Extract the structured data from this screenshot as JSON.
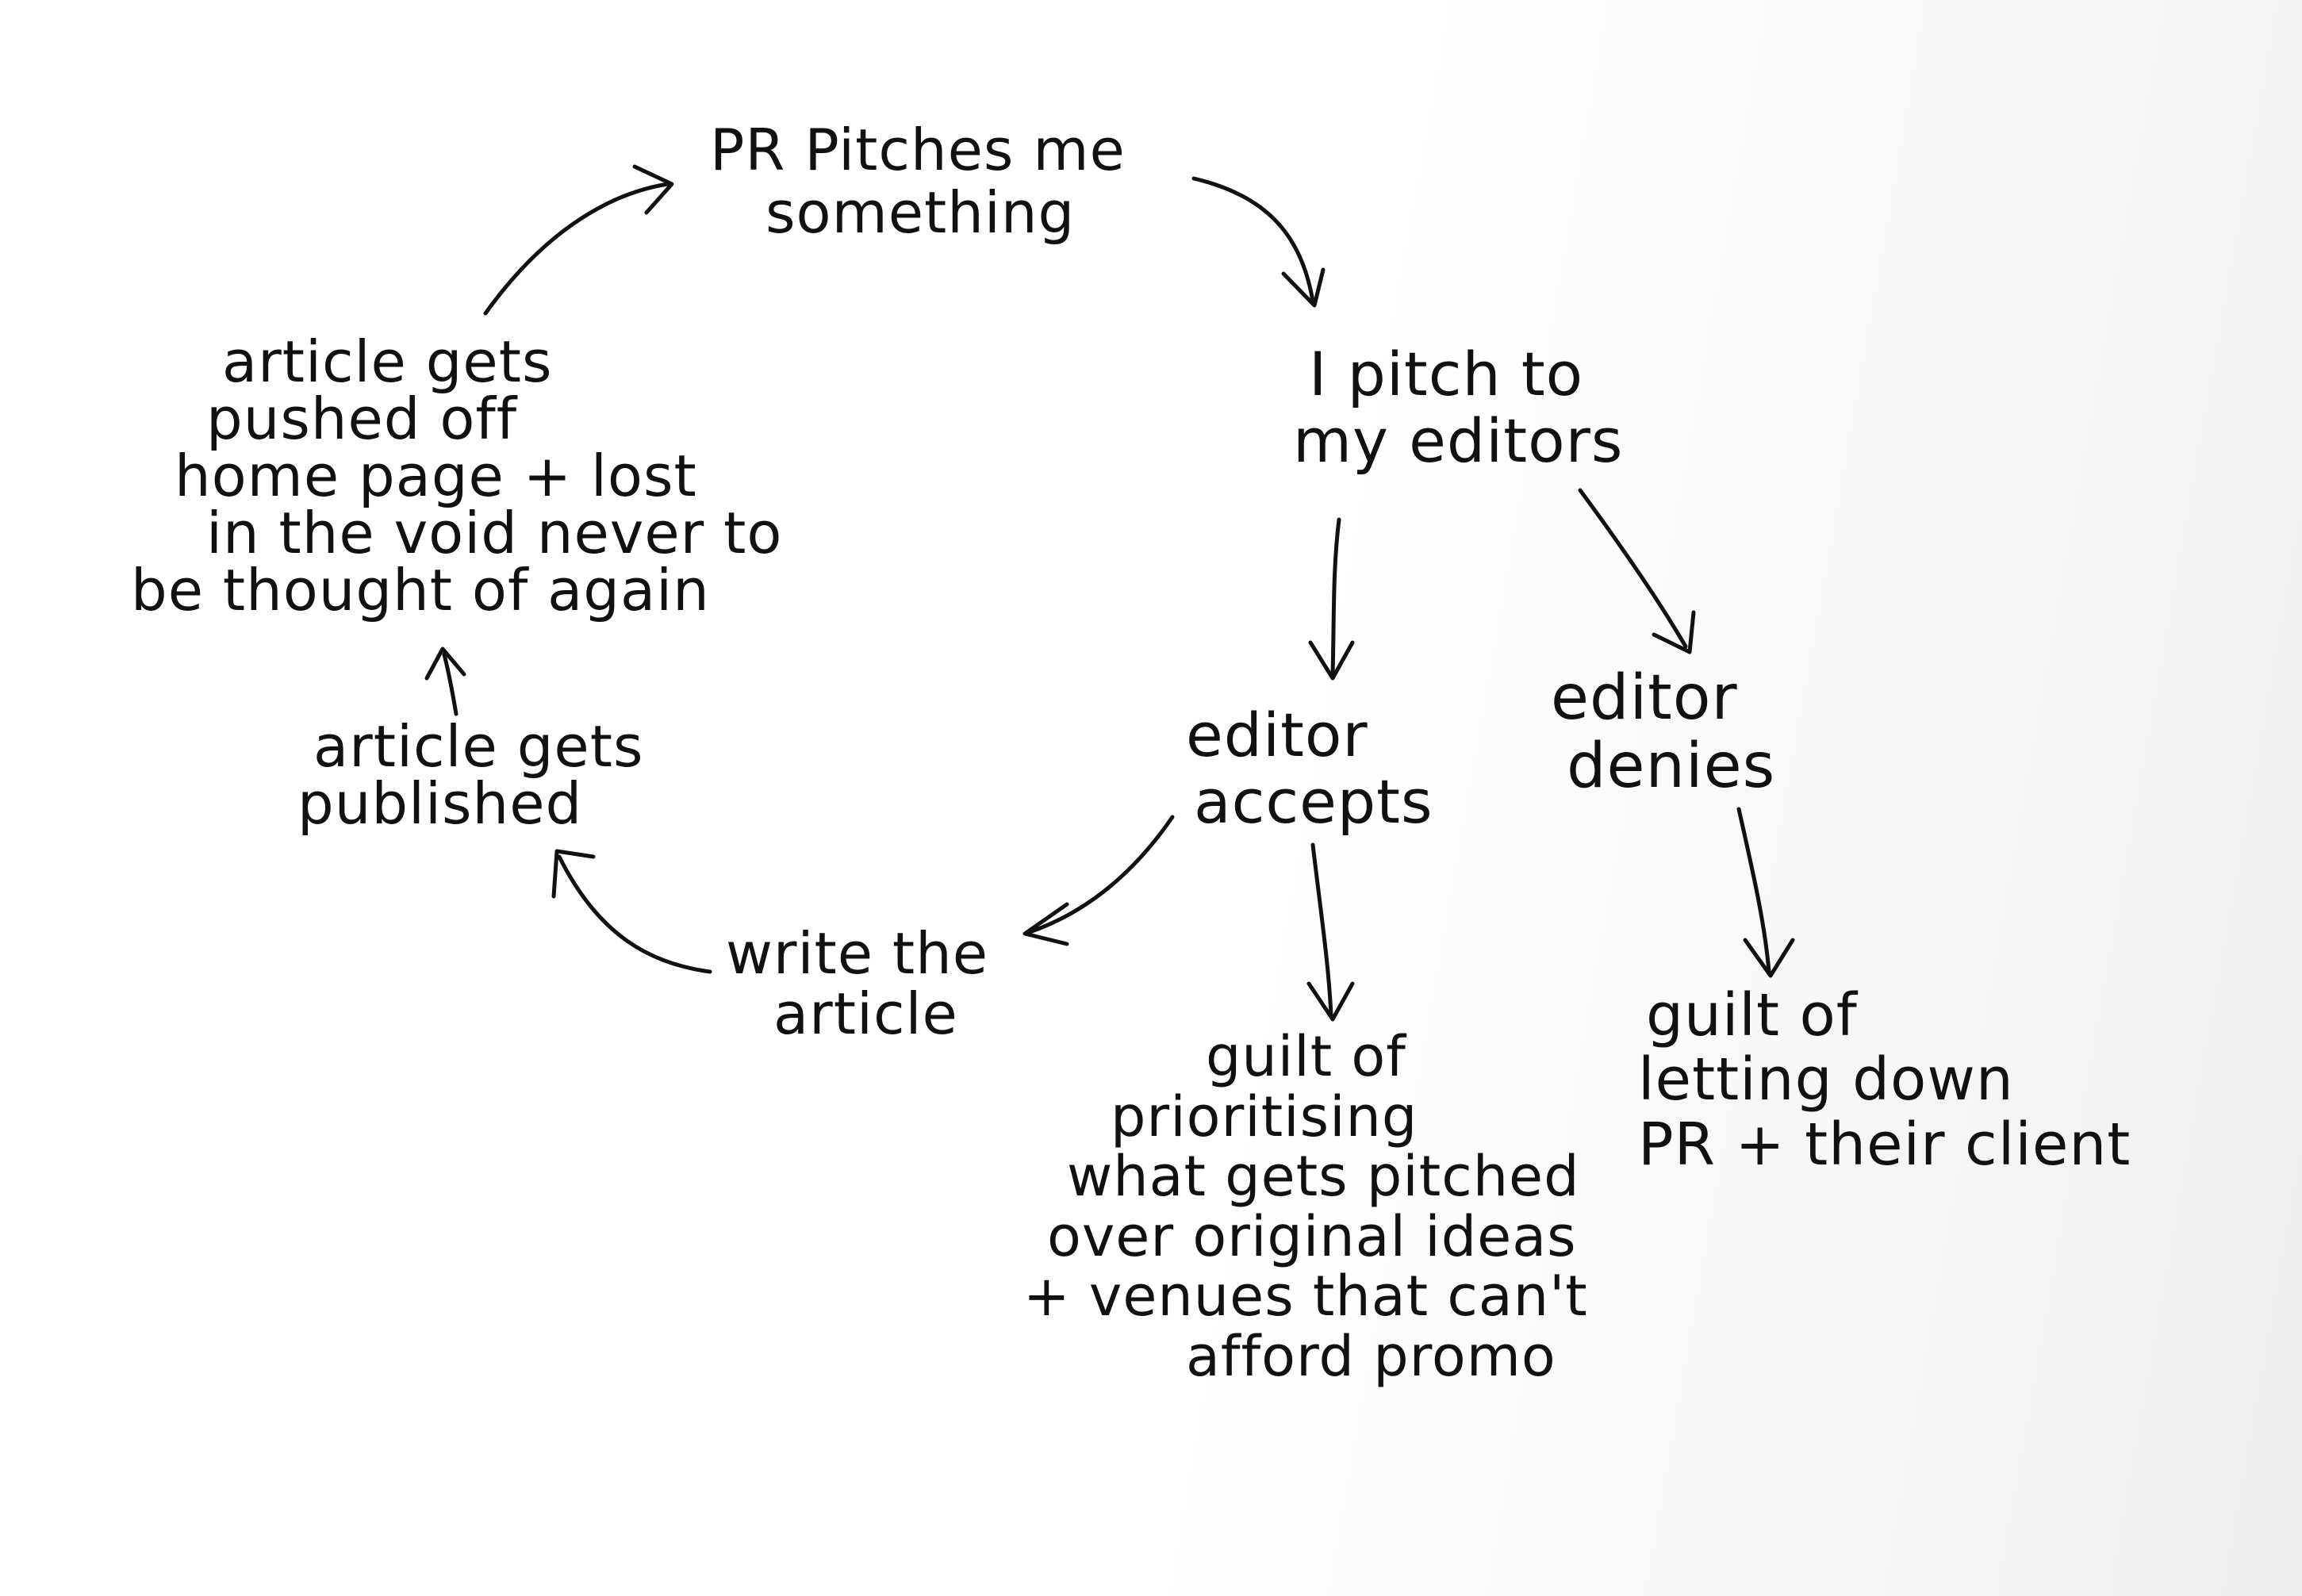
{
  "nodes": {
    "pr_pitches": [
      "PR Pitches me",
      "something"
    ],
    "i_pitch": [
      "I pitch to",
      "my editors"
    ],
    "editor_accepts": [
      "editor",
      "accepts"
    ],
    "editor_denies": [
      "editor",
      "denies"
    ],
    "write_article": [
      "write the",
      "article"
    ],
    "article_published": [
      "article gets",
      "published"
    ],
    "article_pushed": [
      "article gets",
      "pushed off",
      "home page + lost",
      "in the void never to",
      "be thought of again"
    ],
    "guilt_prioritising": [
      "guilt of",
      "prioritising",
      "what gets pitched",
      "over original ideas",
      "+ venues that can't",
      "afford promo"
    ],
    "guilt_letting_down": [
      "guilt of",
      "letting down",
      "PR + their client"
    ]
  }
}
